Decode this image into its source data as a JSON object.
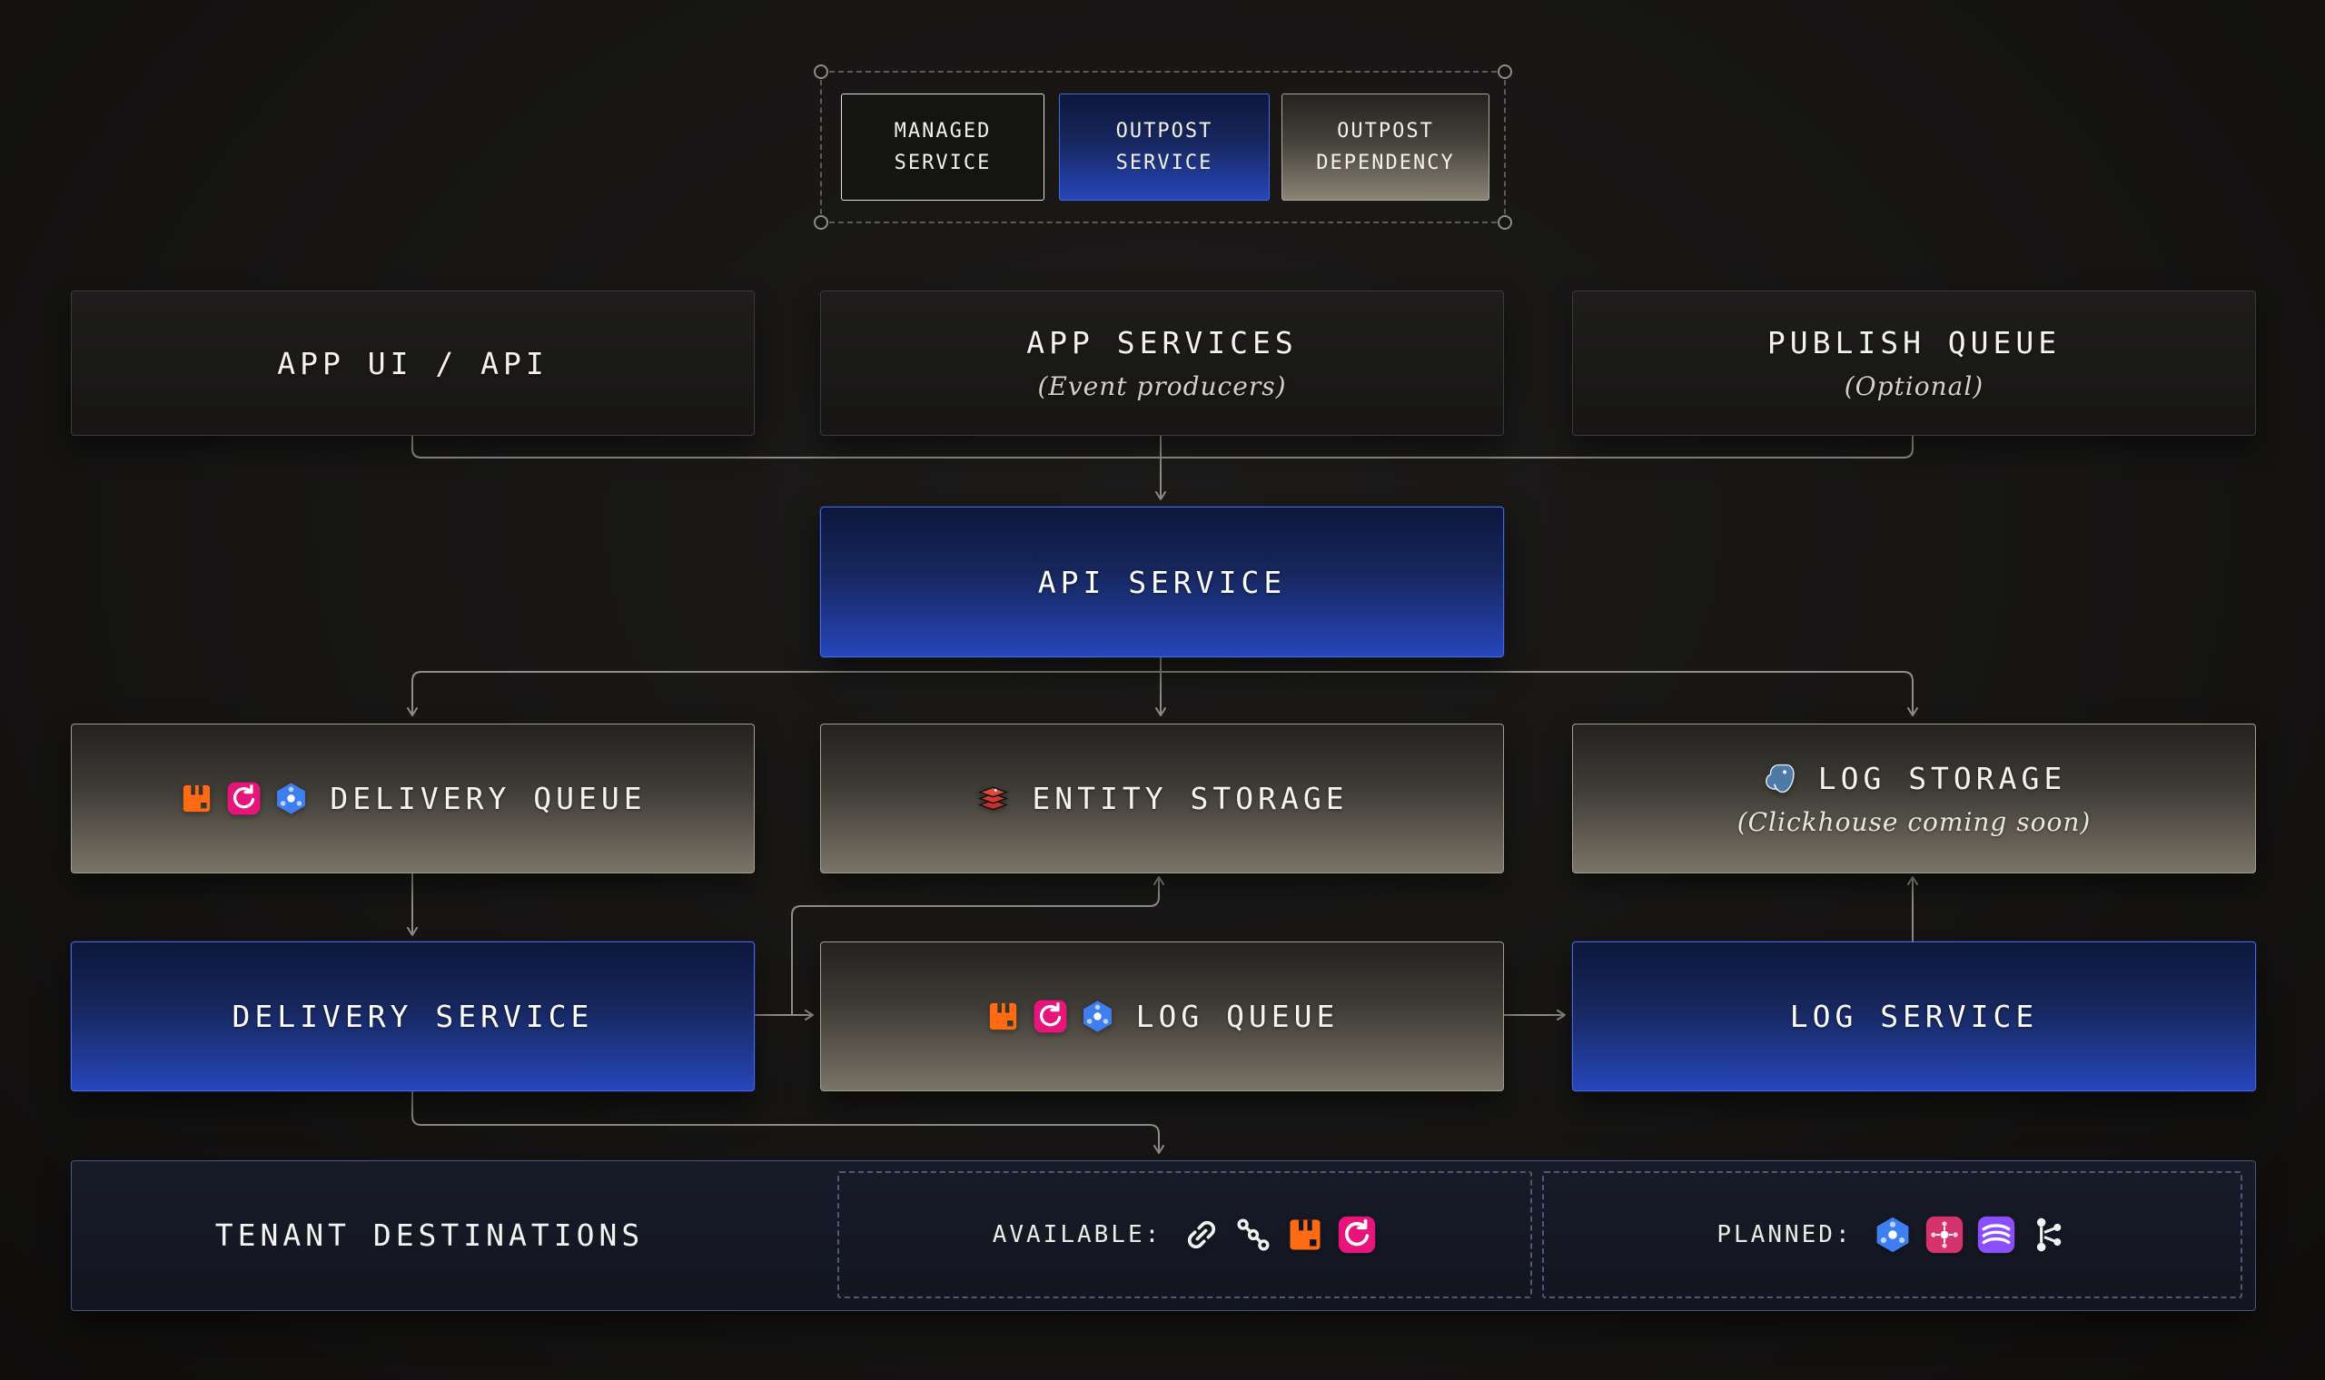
{
  "legend": {
    "items": [
      {
        "id": "managed",
        "label": "MANAGED SERVICE"
      },
      {
        "id": "outpost_service",
        "label": "OUTPOST SERVICE"
      },
      {
        "id": "outpost_dependency",
        "label": "OUTPOST DEPENDENCY"
      }
    ]
  },
  "nodes": {
    "app_ui_api": {
      "title": "APP UI / API"
    },
    "app_services": {
      "title": "APP SERVICES",
      "subtitle": "(Event producers)"
    },
    "publish_queue": {
      "title": "PUBLISH QUEUE",
      "subtitle": "(Optional)"
    },
    "api_service": {
      "title": "API SERVICE"
    },
    "delivery_queue": {
      "title": "DELIVERY QUEUE",
      "icons": [
        "rabbitmq",
        "aws-sqs",
        "gcp-pubsub"
      ]
    },
    "entity_storage": {
      "title": "ENTITY STORAGE",
      "icons": [
        "redis"
      ]
    },
    "log_storage": {
      "title": "LOG STORAGE",
      "subtitle": "(Clickhouse coming soon)",
      "icons": [
        "postgresql"
      ]
    },
    "delivery_service": {
      "title": "DELIVERY SERVICE"
    },
    "log_queue": {
      "title": "LOG QUEUE",
      "icons": [
        "rabbitmq",
        "aws-sqs",
        "gcp-pubsub"
      ]
    },
    "log_service": {
      "title": "LOG SERVICE"
    },
    "tenant_destinations": {
      "title": "TENANT DESTINATIONS",
      "available": {
        "label": "AVAILABLE:",
        "icons": [
          "webhook",
          "hookdeck",
          "rabbitmq",
          "aws-sqs"
        ]
      },
      "planned": {
        "label": "PLANNED:",
        "icons": [
          "gcp-pubsub",
          "eventbridge",
          "kinesis",
          "kafka"
        ]
      }
    }
  },
  "colors": {
    "background": "#161514",
    "outpost_service_blue": "#2646bb",
    "dependency_gray": "#7a7568",
    "wire_gray": "#8f8e86",
    "rabbitmq_orange": "#ff6a13",
    "aws_sqs_pink": "#e7157b",
    "gcp_pubsub_blue": "#3d7ef0",
    "redis_red": "#d43a31",
    "postgresql_blue": "#4e7aa5",
    "kinesis_purple": "#8c4fff"
  }
}
